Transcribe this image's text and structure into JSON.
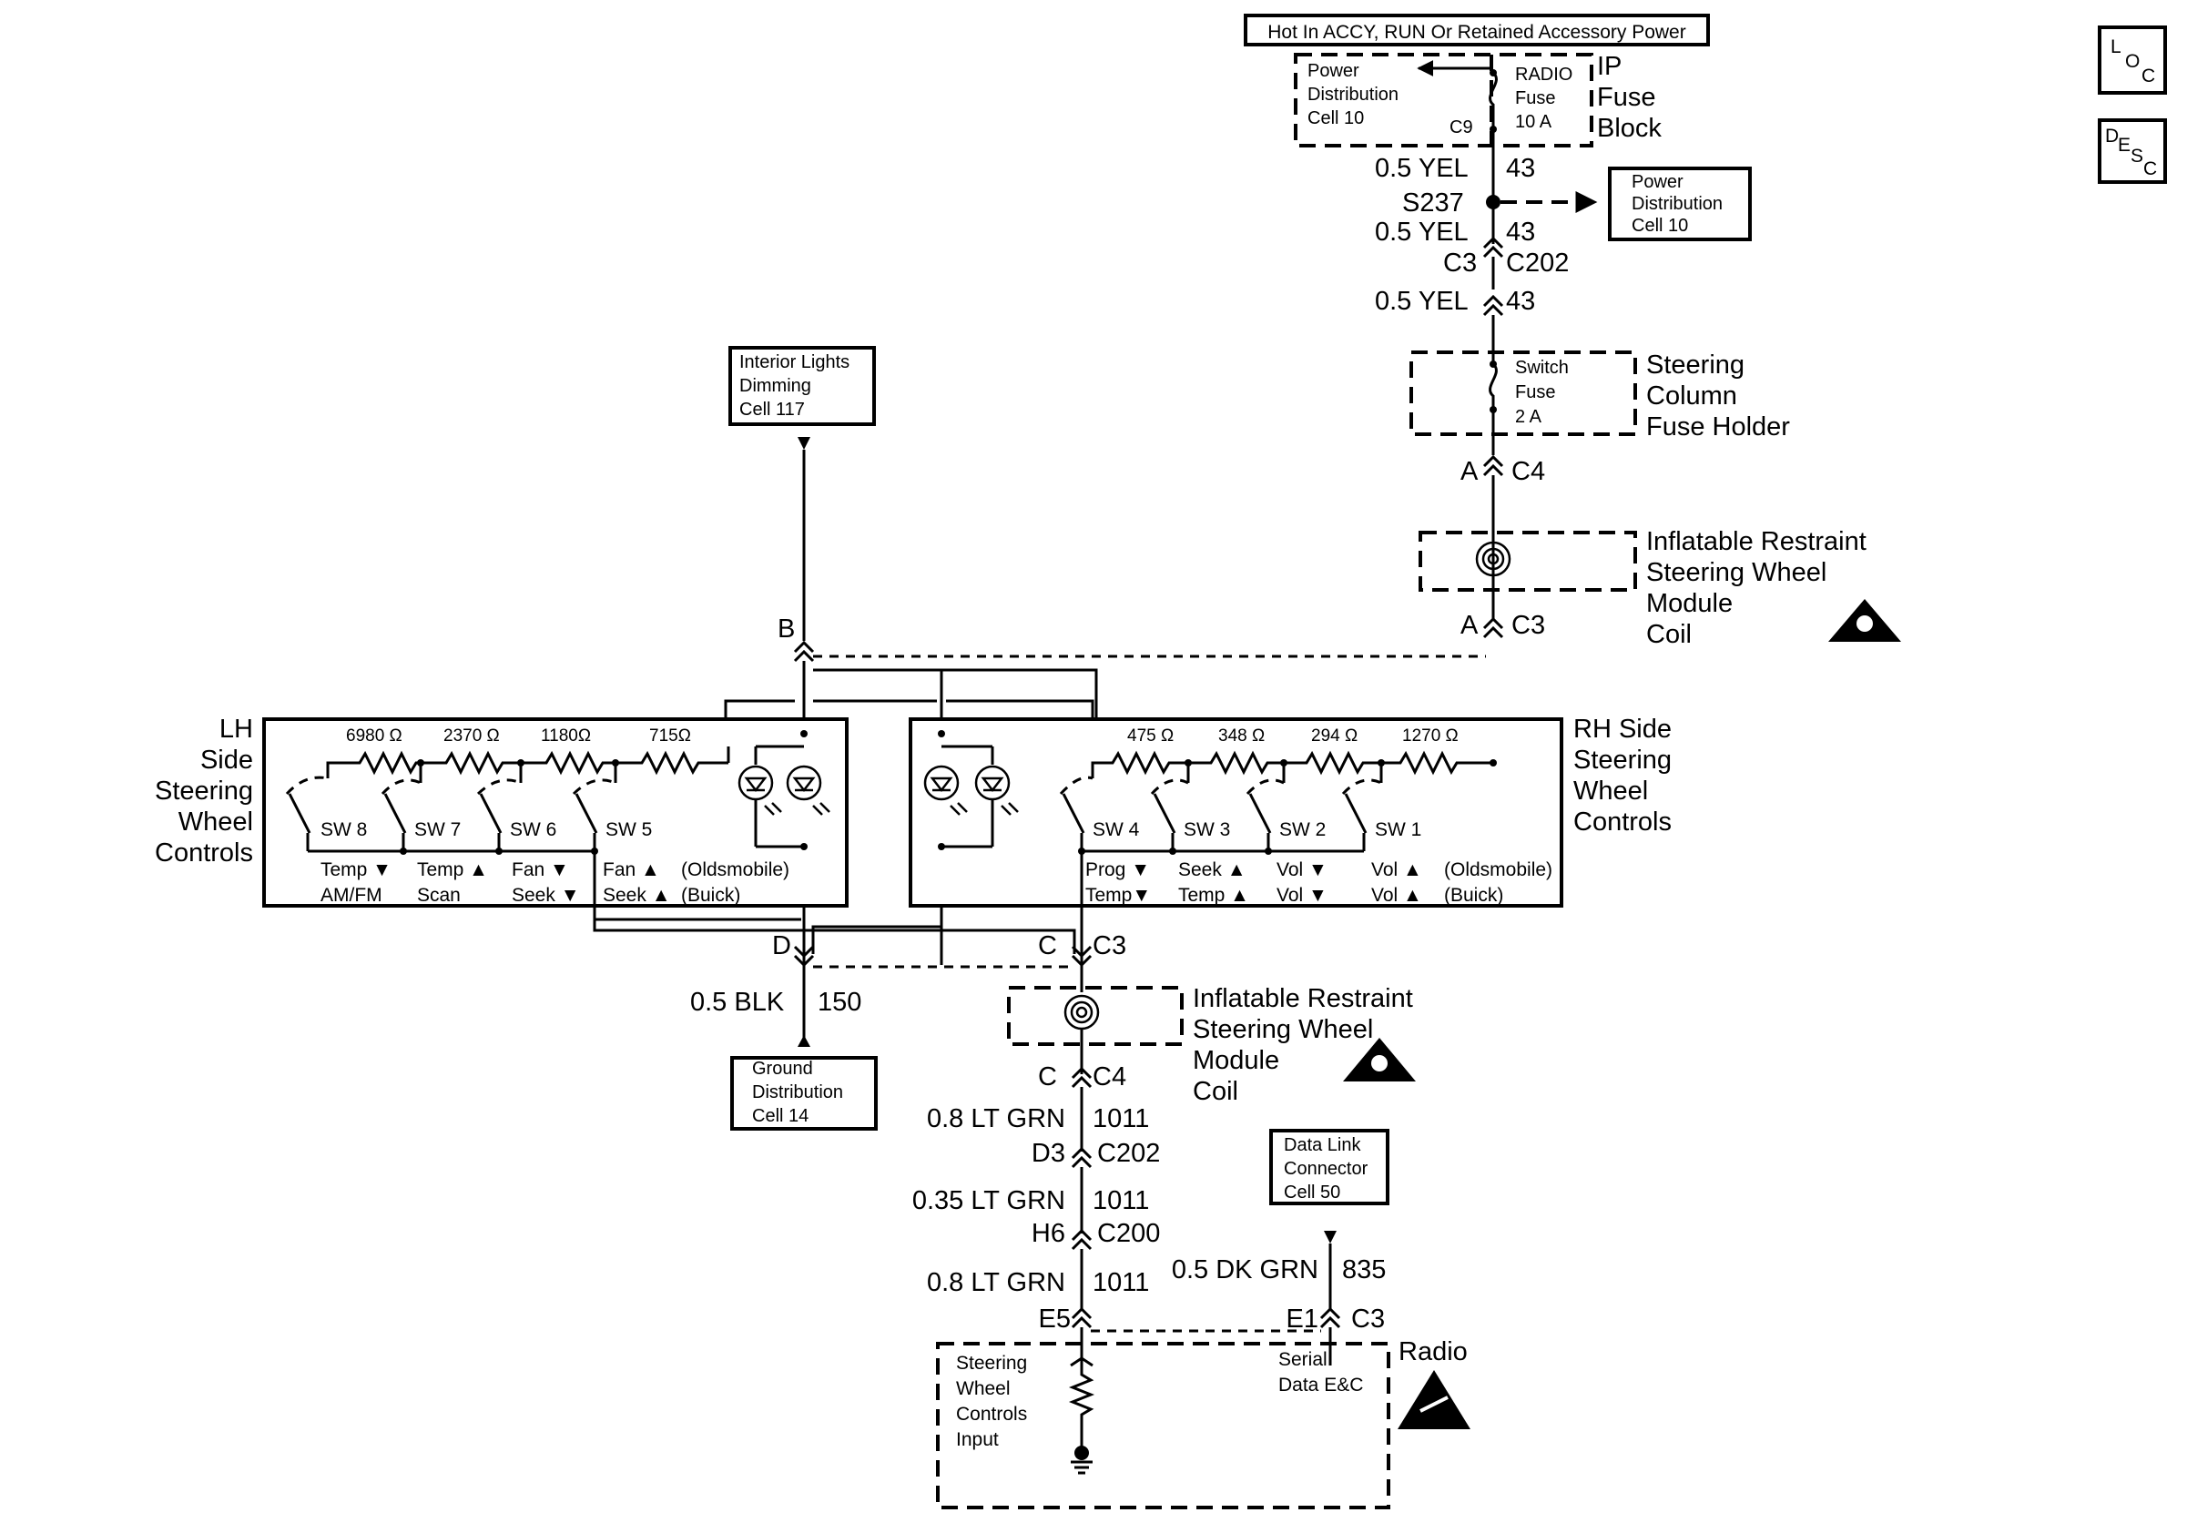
{
  "hot_label": "Hot In ACCY, RUN Or Retained Accessory Power",
  "ip_fuse_block": {
    "title": [
      "IP",
      "Fuse",
      "Block"
    ],
    "power_dist": [
      "Power",
      "Distribution",
      "Cell 10"
    ],
    "fuse": [
      "RADIO",
      "Fuse",
      "10 A"
    ],
    "conn": "C9"
  },
  "wire_43a": {
    "size_color": "0.5 YEL",
    "circuit": "43"
  },
  "splice": "S237",
  "power_dist_ref": [
    "Power",
    "Distribution",
    "Cell 10"
  ],
  "wire_43b": {
    "size_color": "0.5 YEL",
    "circuit": "43"
  },
  "c202_top": {
    "pin": "C3",
    "conn": "C202"
  },
  "wire_43c": {
    "size_color": "0.5 YEL",
    "circuit": "43"
  },
  "switch_fuse": [
    "Switch",
    "Fuse",
    "2 A"
  ],
  "fuse_holder": [
    "Steering",
    "Column",
    "Fuse Holder"
  ],
  "coil_top_c4": {
    "pin": "A",
    "conn": "C4"
  },
  "coil_top_label": [
    "Inflatable Restraint",
    "Steering Wheel",
    "Module",
    "Coil"
  ],
  "coil_top_c3": {
    "pin": "A",
    "conn": "C3"
  },
  "interior_lights": [
    "Interior Lights",
    "Dimming",
    "Cell 117"
  ],
  "pin_b": "B",
  "lh_label": [
    "LH",
    "Side",
    "Steering",
    "Wheel",
    "Controls"
  ],
  "rh_label": [
    "RH Side",
    "Steering",
    "Wheel",
    "Controls"
  ],
  "lh_resistors": [
    "6980 Ω",
    "2370 Ω",
    "1180Ω",
    "715Ω"
  ],
  "rh_resistors": [
    "475 Ω",
    "348 Ω",
    "294 Ω",
    "1270 Ω"
  ],
  "lh_switches": [
    "SW 8",
    "SW 7",
    "SW 6",
    "SW 5"
  ],
  "rh_switches": [
    "SW 4",
    "SW 3",
    "SW 2",
    "SW 1"
  ],
  "lh_functions_row1": [
    "Temp ▼",
    "Temp ▲",
    "Fan ▼",
    "Fan ▲",
    "(Oldsmobile)"
  ],
  "lh_functions_row2": [
    "AM/FM",
    "Scan",
    "Seek ▼",
    "Seek ▲",
    "(Buick)"
  ],
  "rh_functions_row1": [
    "Prog ▼",
    "Seek ▲",
    "Vol ▼",
    "Vol ▲",
    "(Oldsmobile)"
  ],
  "rh_functions_row2": [
    "Temp▼",
    "Temp ▲",
    "Vol ▼",
    "Vol ▲",
    "(Buick)"
  ],
  "pin_d": "D",
  "pin_c_c3": {
    "pin": "C",
    "conn": "C3"
  },
  "wire_150": {
    "size_color": "0.5 BLK",
    "circuit": "150"
  },
  "ground_dist": [
    "Ground",
    "Distribution",
    "Cell 14"
  ],
  "coil_bot_label": [
    "Inflatable Restraint",
    "Steering Wheel",
    "Module",
    "Coil"
  ],
  "coil_bot_c4": {
    "pin": "C",
    "conn": "C4"
  },
  "wire_1011a": {
    "size_color": "0.8 LT GRN",
    "circuit": "1011"
  },
  "c202_bot": {
    "pin": "D3",
    "conn": "C202"
  },
  "wire_1011b": {
    "size_color": "0.35 LT GRN",
    "circuit": "1011"
  },
  "c200": {
    "pin": "H6",
    "conn": "C200"
  },
  "wire_1011c": {
    "size_color": "0.8 LT GRN",
    "circuit": "1011"
  },
  "data_link": [
    "Data Link",
    "Connector",
    "Cell 50"
  ],
  "wire_835": {
    "size_color": "0.5 DK GRN",
    "circuit": "835"
  },
  "radio_pins": {
    "left": "E5",
    "right": "E1",
    "conn": "C3"
  },
  "radio": {
    "title": "Radio",
    "input": [
      "Steering",
      "Wheel",
      "Controls",
      "Input"
    ],
    "serial": [
      "Serial",
      "Data E&C"
    ]
  },
  "loc_icon": "loc-icon",
  "desc_icon": "desc-icon"
}
